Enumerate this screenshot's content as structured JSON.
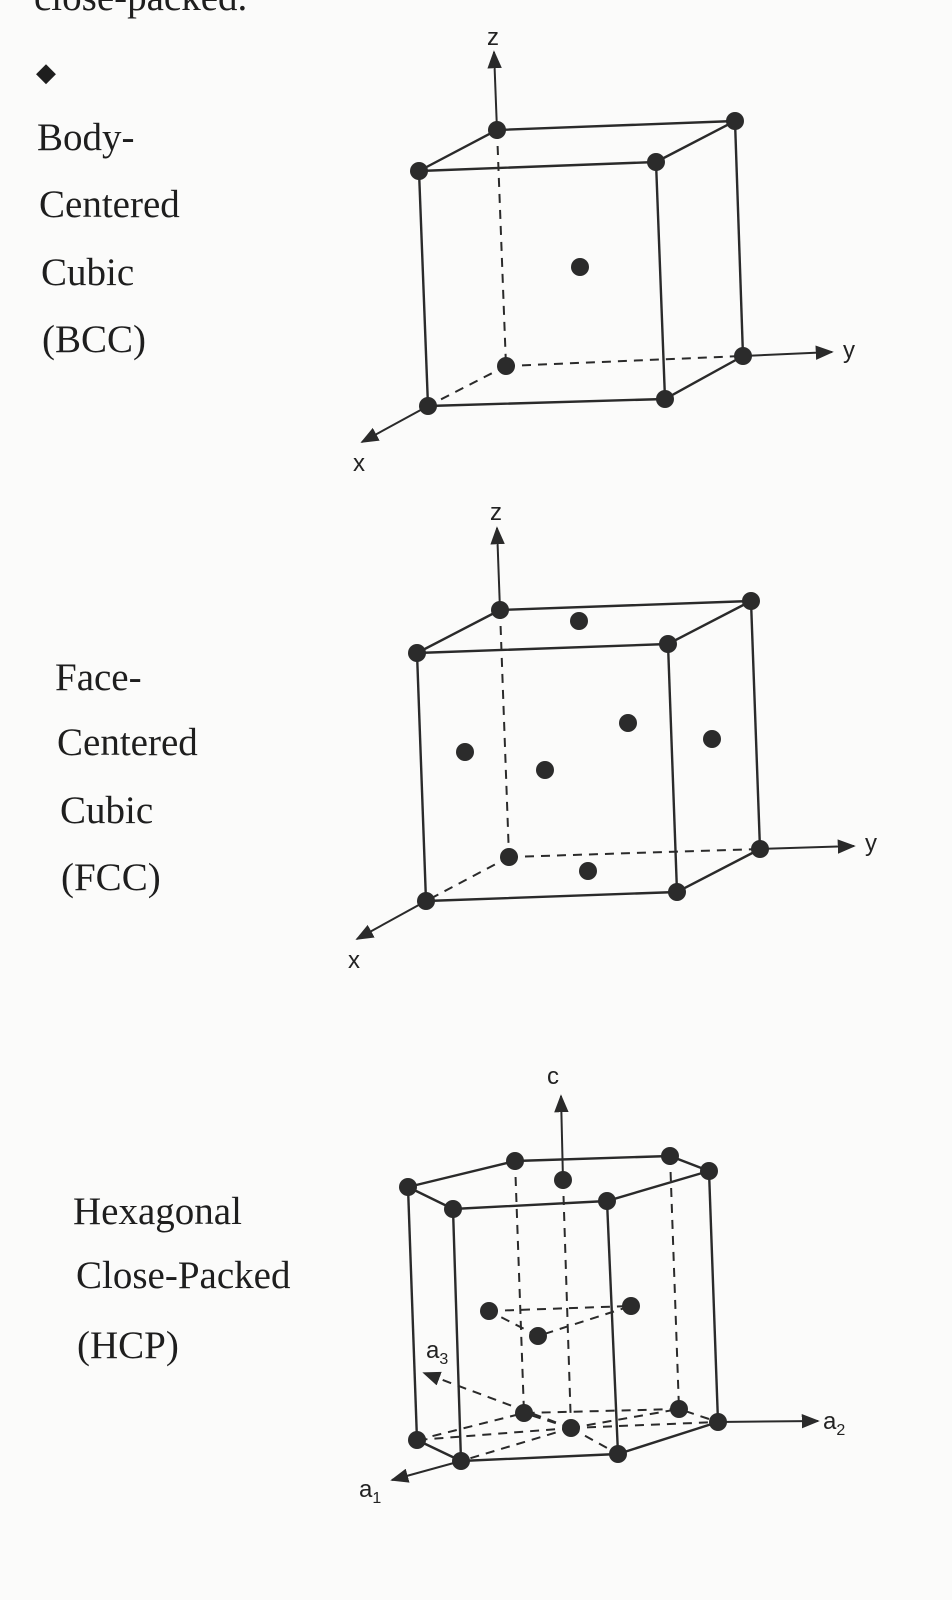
{
  "top_fragment": "close-packed.",
  "bullet": "◆",
  "structures": [
    {
      "lines": [
        "Body-",
        "Centered",
        "Cubic",
        "(BCC)"
      ]
    },
    {
      "lines": [
        "Face-",
        "Centered",
        "Cubic",
        "(FCC)"
      ]
    },
    {
      "lines": [
        "Hexagonal",
        "Close-Packed",
        "(HCP)"
      ]
    }
  ],
  "axes": {
    "bcc": {
      "x": "x",
      "y": "y",
      "z": "z"
    },
    "fcc": {
      "x": "x",
      "y": "y",
      "z": "z"
    },
    "hcp": {
      "c": "c",
      "a1": "a",
      "a1_sub": "1",
      "a2": "a",
      "a2_sub": "2",
      "a3": "a",
      "a3_sub": "3"
    }
  },
  "colors": {
    "ink": "#2a2a2a",
    "paper": "#fbfbfa"
  }
}
